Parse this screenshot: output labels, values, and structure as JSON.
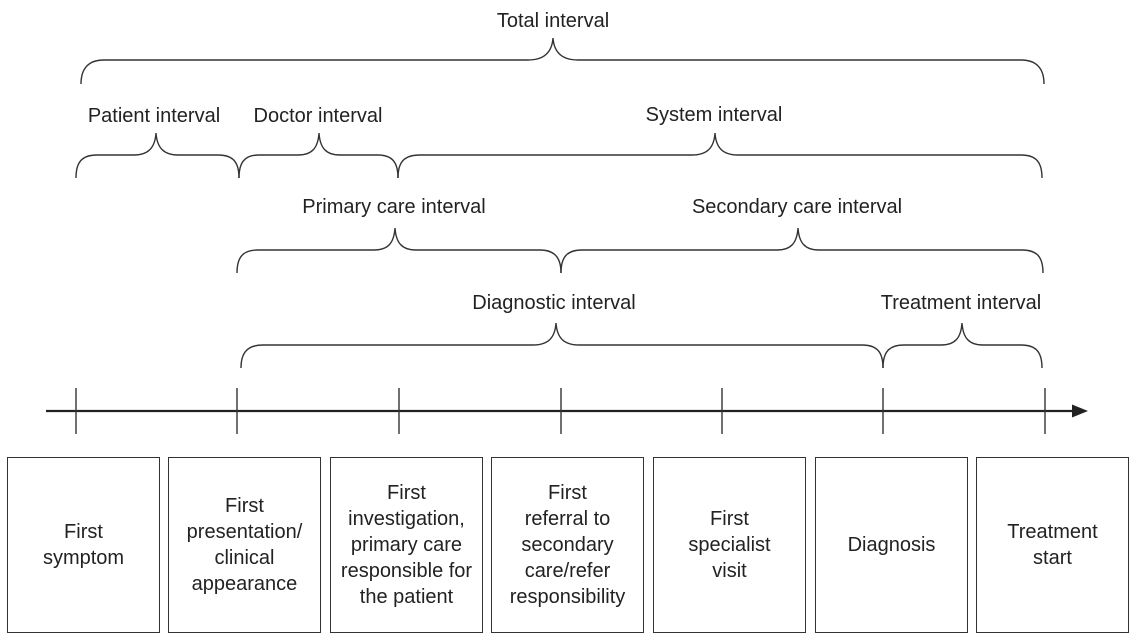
{
  "intervals": {
    "total": "Total interval",
    "patient": "Patient interval",
    "doctor": "Doctor interval",
    "system": "System interval",
    "primary_care": "Primary care interval",
    "secondary_care": "Secondary care interval",
    "diagnostic": "Diagnostic interval",
    "treatment": "Treatment interval"
  },
  "milestones": [
    "First\nsymptom",
    "First\npresentation/\nclinical\nappearance",
    "First\ninvestigation,\nprimary care\nresponsible for\nthe patient",
    "First\nreferral to\nsecondary\ncare/refer\nresponsibility",
    "First\nspecialist\nvisit",
    "Diagnosis",
    "Treatment\nstart"
  ]
}
